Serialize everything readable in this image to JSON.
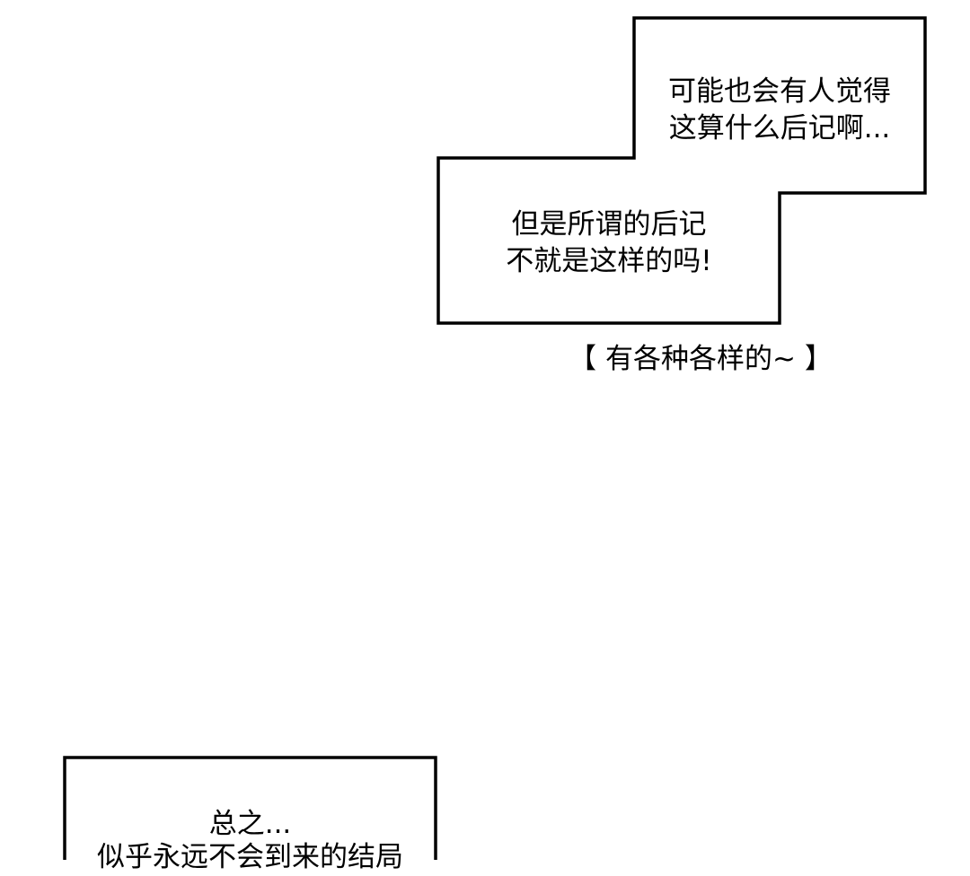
{
  "bubbles": [
    {
      "lines": [
        "可能也会有人觉得",
        "这算什么后记啊..."
      ]
    },
    {
      "lines": [
        "但是所谓的后记",
        "不就是这样的吗!"
      ]
    }
  ],
  "caption": "【 有各种各样的~ 】",
  "bottom_bubble": {
    "lines": [
      "总之...",
      "似乎永远不会到来的结局"
    ]
  }
}
